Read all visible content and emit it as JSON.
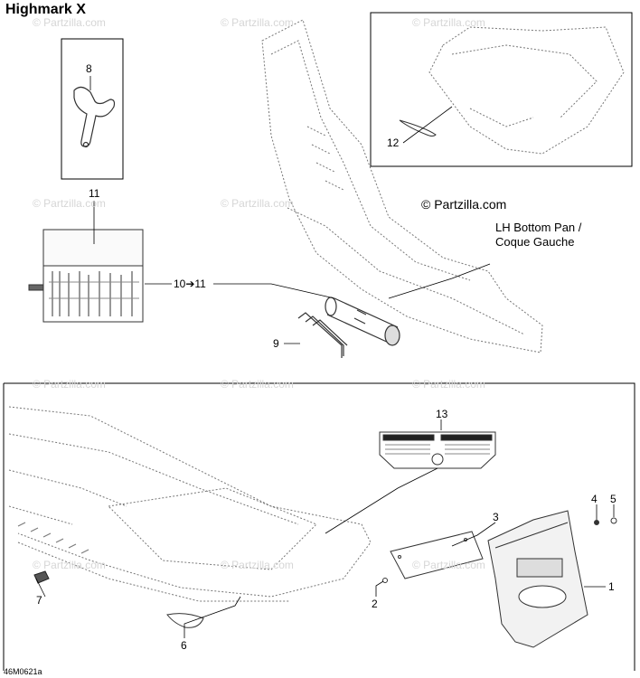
{
  "title": "Highmark X",
  "diagram_code": "46M0621a",
  "brand": "© Partzilla.com",
  "watermark": "© Partzilla.com",
  "part_note_line1": "LH Bottom Pan /",
  "part_note_line2": "Coque Gauche",
  "labels": {
    "p1": "1",
    "p2": "2",
    "p3": "3",
    "p4": "4",
    "p5": "5",
    "p6": "6",
    "p7": "7",
    "p8": "8",
    "p9": "9",
    "p10_11": "10➔11",
    "p11": "11",
    "p12": "12",
    "p13": "13"
  }
}
